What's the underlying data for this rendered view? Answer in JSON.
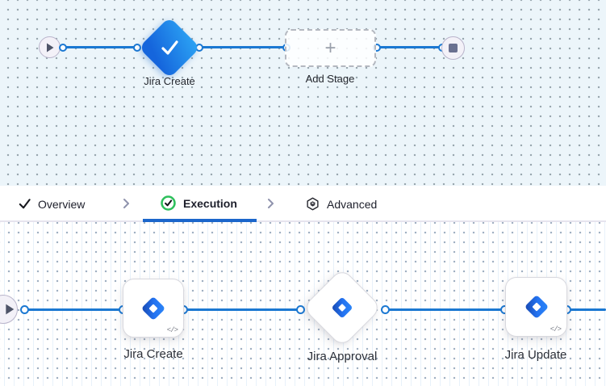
{
  "stage_canvas": {
    "stage_label": "Jira Create",
    "add_stage_label": "Add Stage",
    "plus_glyph": "+"
  },
  "tab_bar": {
    "overview_label": "Overview",
    "execution_label": "Execution",
    "advanced_label": "Advanced"
  },
  "execution_canvas": {
    "step1_label": "Jira Create",
    "step2_label": "Jira Approval",
    "step3_label": "Jira Update",
    "code_badge": "</>"
  },
  "colors": {
    "edge_blue": "#1b78d2",
    "selected_stage_gradient_start": "#2ba1f3",
    "selected_stage_gradient_end": "#1565dc",
    "execution_check_green": "#2ec05c",
    "active_tab_underline": "#1b66cb",
    "canvas_top_bg": "#ecf5fa",
    "jira_logo_blue": "#2b7cf5"
  }
}
